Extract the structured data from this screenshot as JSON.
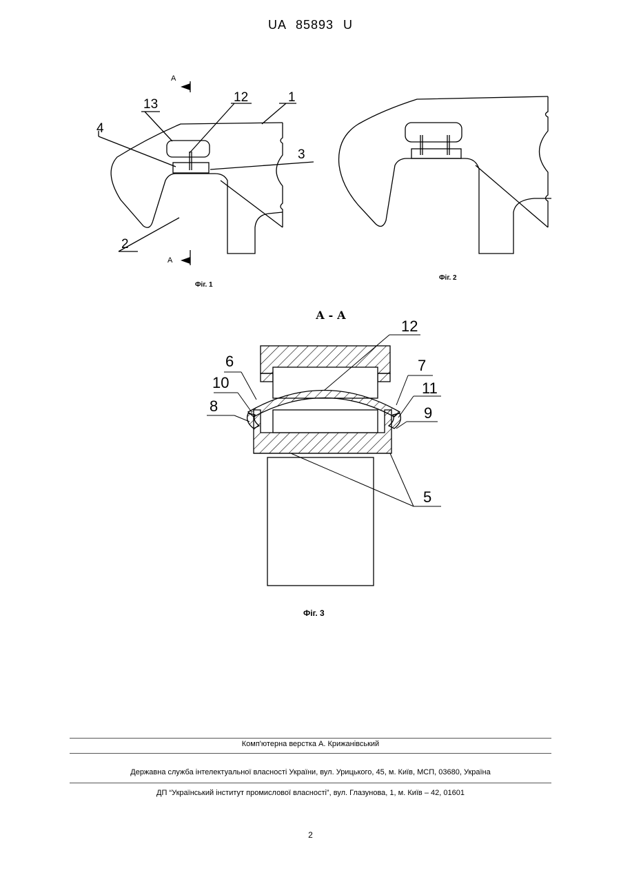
{
  "header": {
    "patent_id": "UA   85893   U"
  },
  "figures": {
    "fig1": {
      "caption": "Фіг. 1",
      "section_marks": [
        "A",
        "A"
      ],
      "labels": [
        "1",
        "2",
        "3",
        "4",
        "12",
        "13"
      ]
    },
    "fig2": {
      "caption": "Фіг. 2"
    },
    "fig3": {
      "section_title": "А - А",
      "caption": "Фіг. 3",
      "labels": [
        "5",
        "6",
        "7",
        "8",
        "9",
        "10",
        "11",
        "12"
      ]
    }
  },
  "footer": {
    "layout_credit": "Комп'ютерна верстка А. Крижанівський",
    "agency": "Державна служба інтелектуальної власності України, вул. Урицького, 45, м. Київ, МСП, 03680, Україна",
    "institute": "ДП “Український інститут промислової власності”, вул. Глазунова, 1, м. Київ – 42, 01601"
  },
  "page_number": "2"
}
